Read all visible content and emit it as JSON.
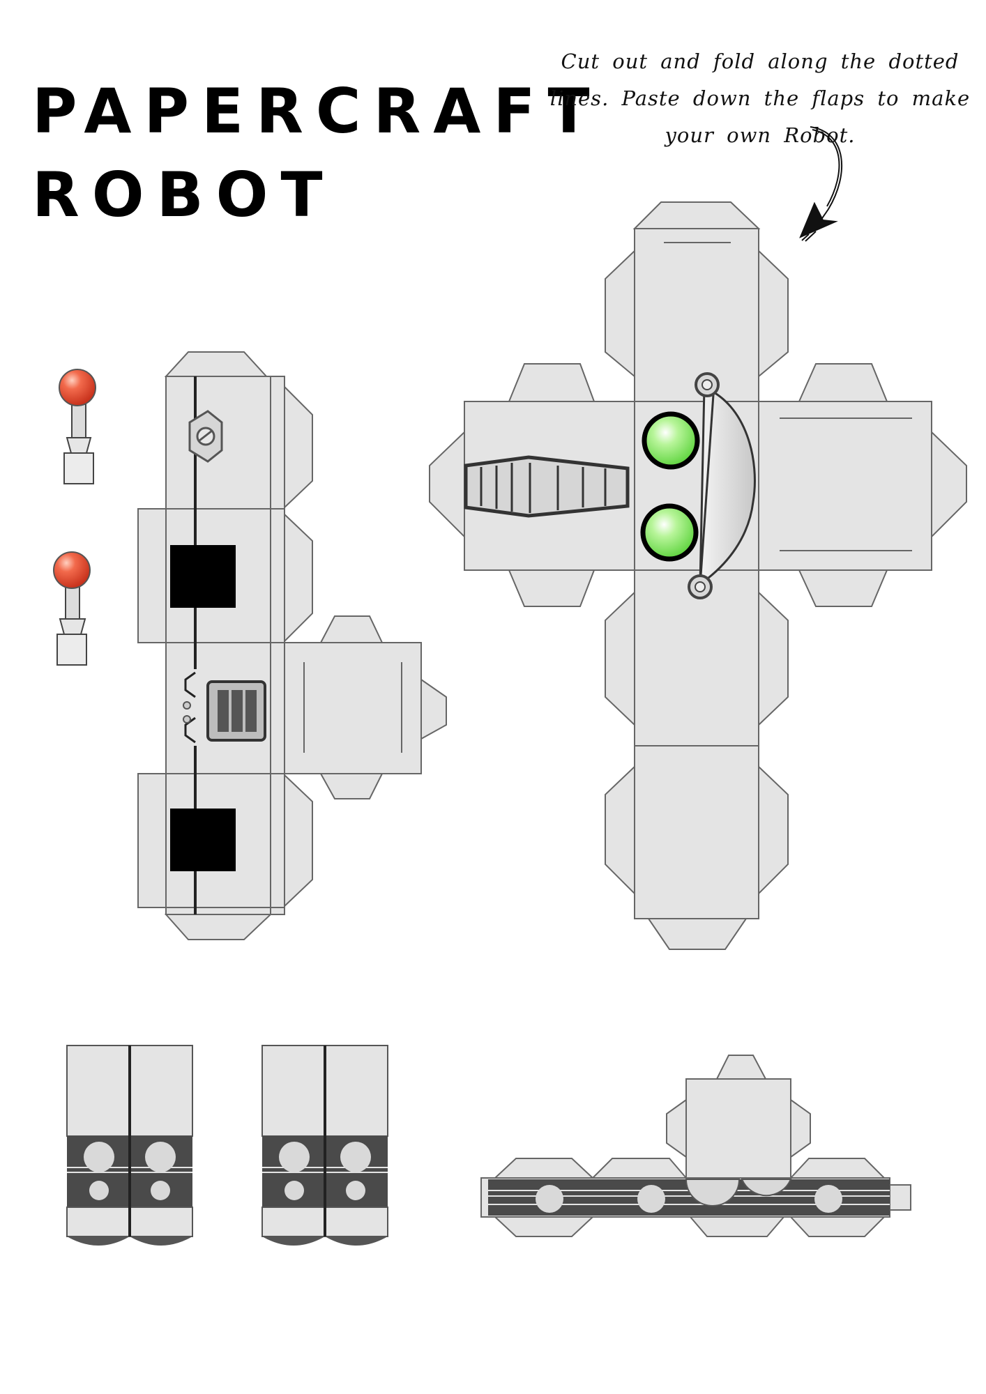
{
  "title": {
    "line1": "PAPERCRAFT",
    "line2": "ROBOT"
  },
  "instructions": "Cut out and fold along the dotted lines. Paste down the flaps to make your own Robot.",
  "icons": {
    "arrow": "curved-arrow-icon",
    "antenna": "antenna-ball-icon",
    "eye": "green-eye-icon"
  },
  "colors": {
    "panel_fill": "#e4e4e4",
    "outline": "#555555",
    "dark_band": "#4a4a4a",
    "eye_green": "#8fe870",
    "antenna_red": "#e8472e",
    "black": "#000000"
  }
}
